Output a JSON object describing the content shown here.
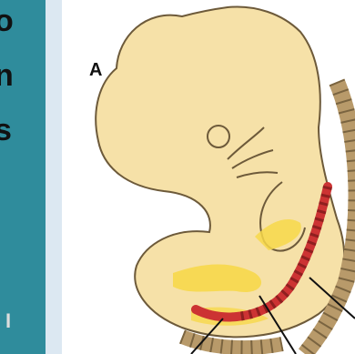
{
  "sidebar": {
    "letters": [
      "o",
      "n",
      "s"
    ],
    "fragment": "I"
  },
  "figure": {
    "panel_label": "A"
  },
  "colors": {
    "background": "#2f8c9c",
    "embryo": "#f6e1a8",
    "outline": "#6d5a3a",
    "yellow_structure": "#f7d84a",
    "red_structure": "#cc3333",
    "spine": "#b89a6a"
  }
}
